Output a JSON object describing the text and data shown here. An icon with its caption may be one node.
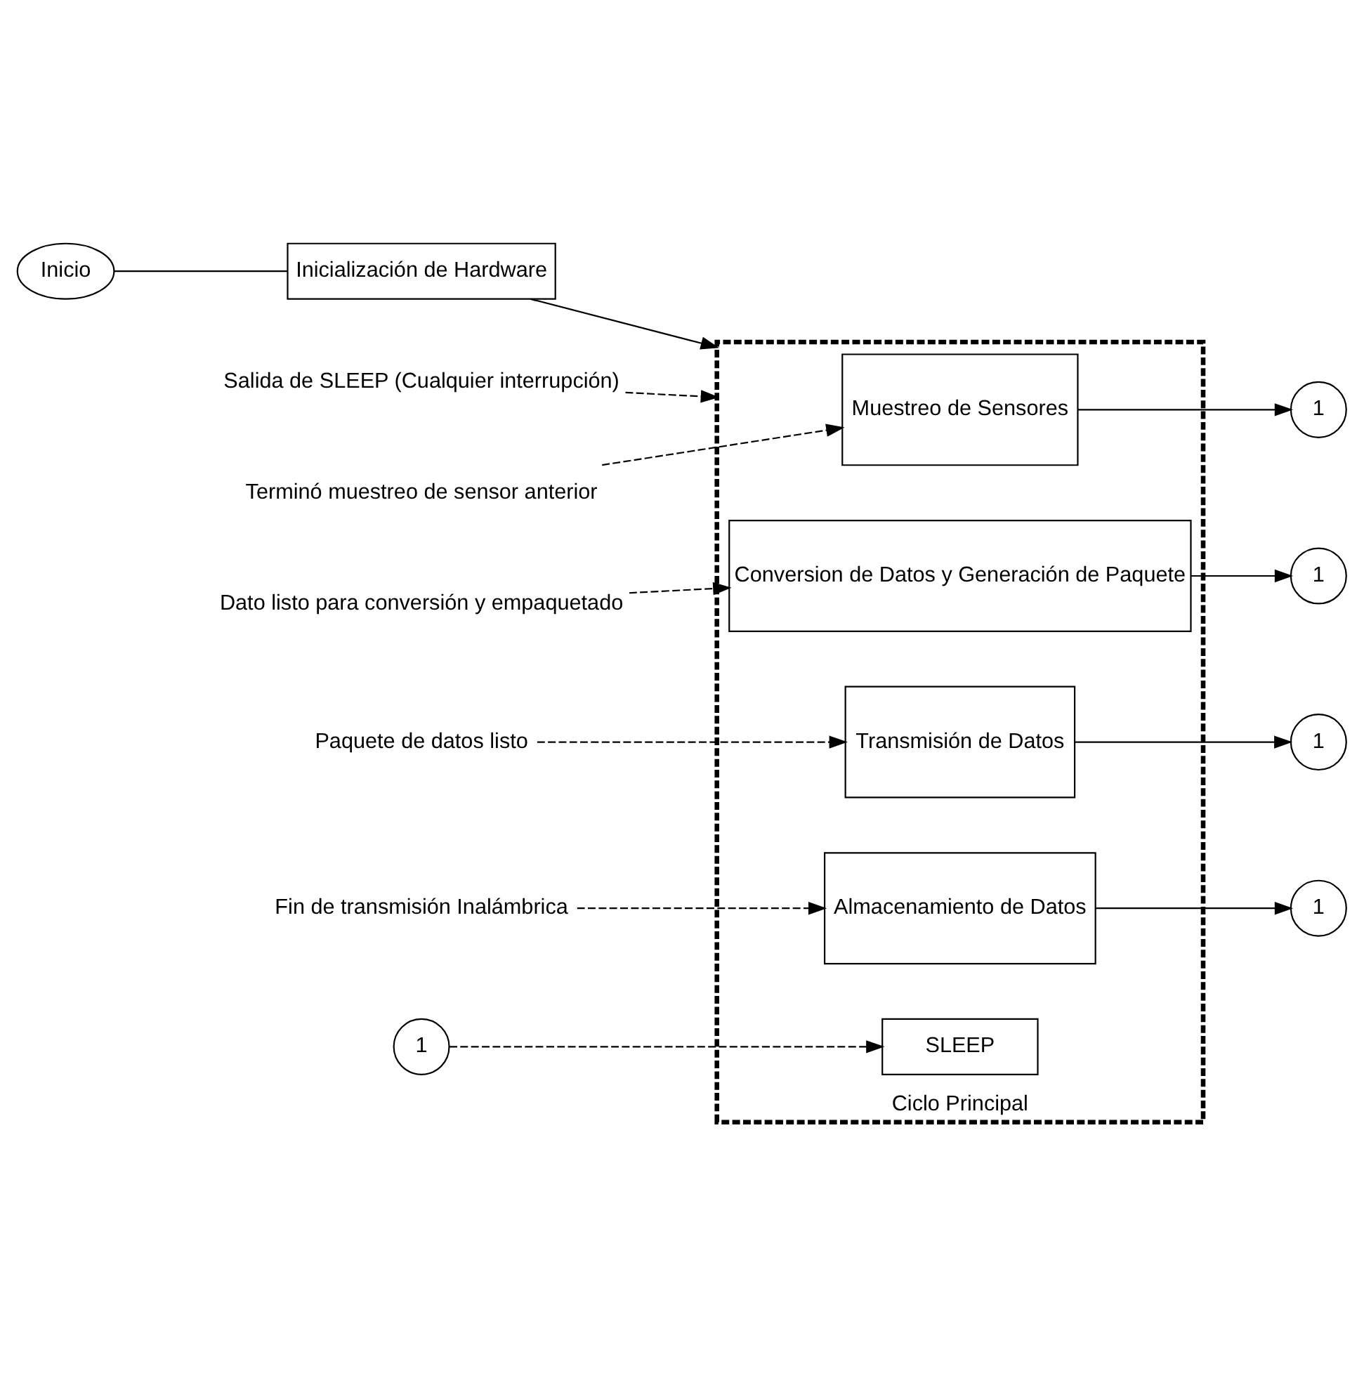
{
  "diagram": {
    "nodes": [
      {
        "text": [
          "Inicio"
        ]
      },
      {
        "text": [
          "Inicialización de Hardware"
        ]
      },
      {
        "text": [
          "Salida de SLEEP (Cualquier interrupción)"
        ]
      },
      {
        "text": [
          "Ciclo Principal"
        ]
      },
      {
        "text": [
          "Muestreo de Sensores"
        ],
        "in": 3
      },
      {
        "text": [
          "Conversion de Datos y Generación de Paquete"
        ],
        "in": 3
      },
      {
        "text": [
          "Transmisión de Datos"
        ],
        "in": 3
      },
      {
        "text": [
          "Almacenamiento de Datos"
        ],
        "in": 3
      },
      {
        "text": [
          "SLEEP"
        ],
        "in": 3
      },
      {
        "text": [
          "Terminó muestreo de sensor anterior"
        ]
      },
      {
        "text": [
          "Dato listo para conversión y empaquetado"
        ]
      },
      {
        "text": [
          "Paquete de datos listo"
        ]
      },
      {
        "text": [
          "Fin de transmisión Inalámbrica"
        ]
      },
      {
        "text": [
          "1"
        ]
      },
      {
        "text": [
          "1"
        ]
      },
      {
        "text": [
          "1"
        ]
      },
      {
        "text": [
          "1"
        ]
      },
      {
        "text": [
          "1"
        ]
      }
    ],
    "edges": [
      {
        "from": 0,
        "to": 1,
        "arrow": "none"
      },
      {
        "from": 1,
        "to": 3,
        "arrow": "to"
      },
      {
        "from": 2,
        "to": 3,
        "arrow": "to",
        "style": "dashed"
      },
      {
        "from": 9,
        "to": 4,
        "arrow": "to",
        "style": "dashed"
      },
      {
        "from": 4,
        "to": 14,
        "arrow": "to"
      },
      {
        "from": 10,
        "to": 5,
        "arrow": "to",
        "style": "dashed"
      },
      {
        "from": 5,
        "to": 15,
        "arrow": "to"
      },
      {
        "from": 11,
        "to": 6,
        "arrow": "to",
        "style": "dashed"
      },
      {
        "from": 6,
        "to": 16,
        "arrow": "to"
      },
      {
        "from": 12,
        "to": 7,
        "arrow": "to",
        "style": "dashed"
      },
      {
        "from": 7,
        "to": 17,
        "arrow": "to"
      },
      {
        "from": 13,
        "to": 8,
        "arrow": "to",
        "style": "dashed"
      }
    ]
  }
}
